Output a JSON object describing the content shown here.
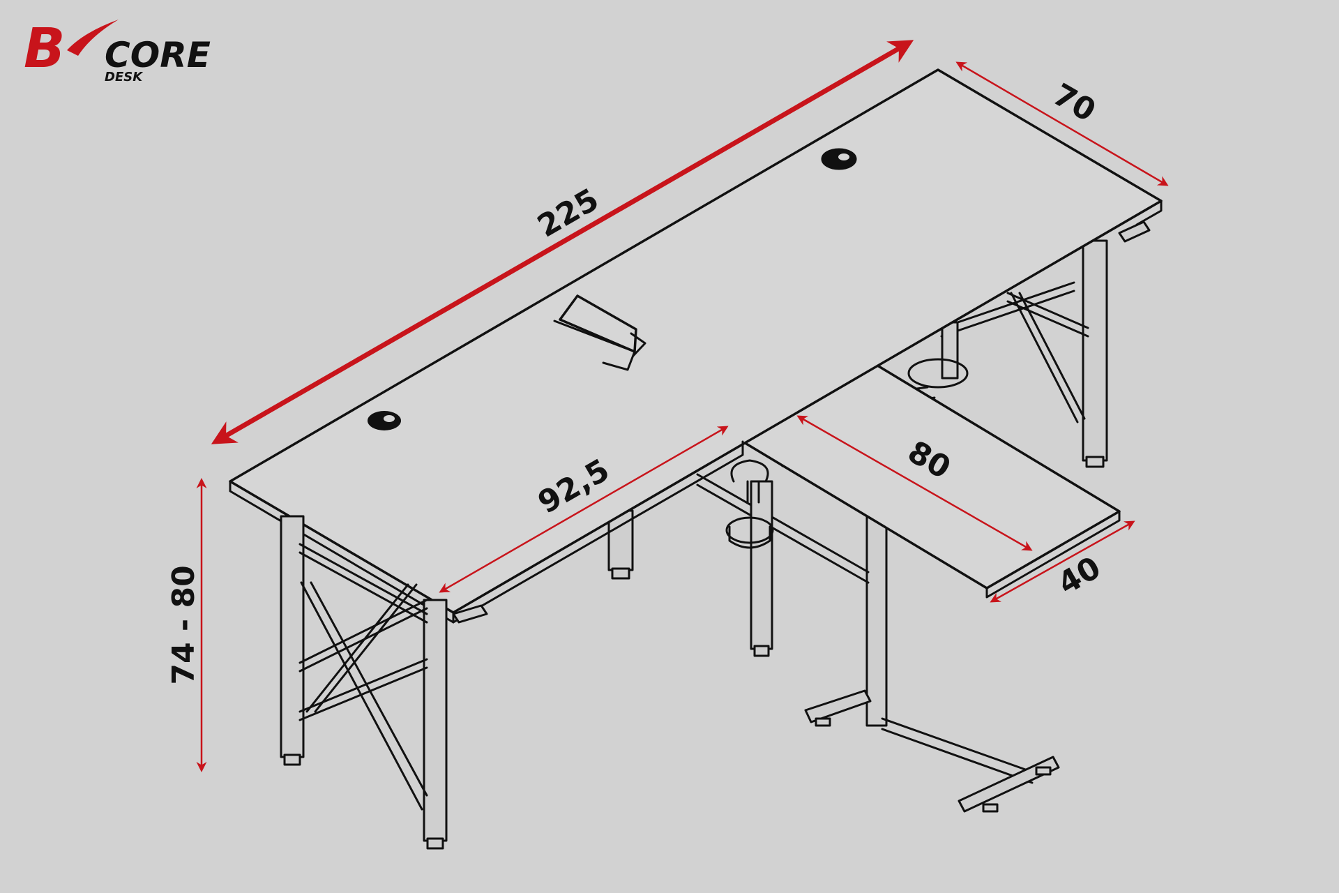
{
  "logo": {
    "letter": "B",
    "word": "CORE",
    "subword": "DESK",
    "accent_color": "#c8141b"
  },
  "dimensions": {
    "length": "225",
    "depth": "70",
    "front_span": "92,5",
    "return_length": "80",
    "return_depth": "40",
    "height": "74 - 80"
  },
  "colors": {
    "background": "#d2d2d2",
    "dimension_line": "#c8141b",
    "outline": "#111111"
  }
}
